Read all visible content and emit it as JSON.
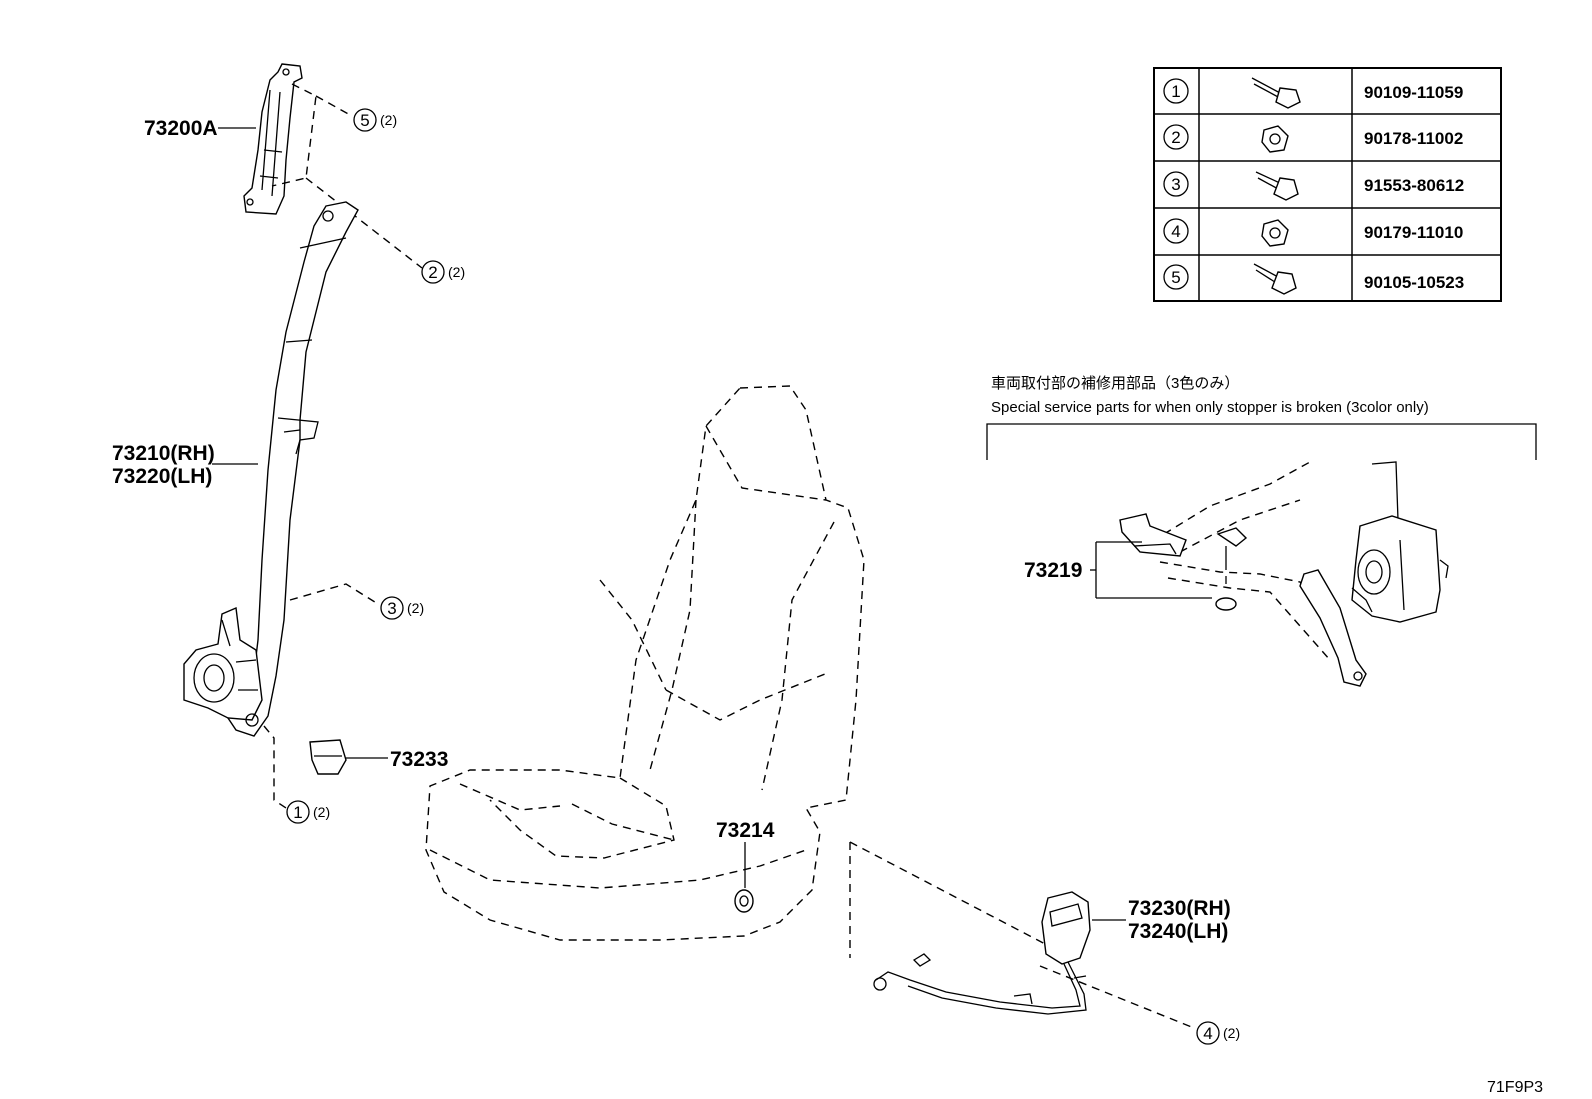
{
  "callouts": {
    "c73200A": "73200A",
    "c73210": "73210(RH)",
    "c73220": "73220(LH)",
    "c73233": "73233",
    "c73214": "73214",
    "c73230": "73230(RH)",
    "c73240": "73240(LH)",
    "c73219": "73219"
  },
  "refs": [
    {
      "num": "5",
      "qty": "(2)"
    },
    {
      "num": "2",
      "qty": "(2)"
    },
    {
      "num": "3",
      "qty": "(2)"
    },
    {
      "num": "1",
      "qty": "(2)"
    },
    {
      "num": "4",
      "qty": "(2)"
    }
  ],
  "hardware_table": [
    {
      "num": "1",
      "icon": "bolt-icon",
      "part": "90109-11059"
    },
    {
      "num": "2",
      "icon": "nut-icon",
      "part": "90178-11002"
    },
    {
      "num": "3",
      "icon": "bolt-icon",
      "part": "91553-80612"
    },
    {
      "num": "4",
      "icon": "nut-icon",
      "part": "90179-11010"
    },
    {
      "num": "5",
      "icon": "bolt-icon",
      "part": "90105-10523"
    }
  ],
  "note": {
    "jp": "車両取付部の補修用部品（3色のみ）",
    "en": "Special service parts for when only stopper is broken (3color only)"
  },
  "figure_code": "71F9P3"
}
